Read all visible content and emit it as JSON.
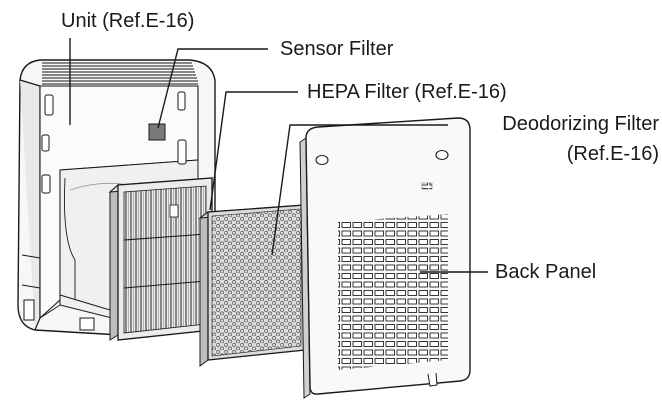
{
  "labels": {
    "unit": "Unit (Ref.E-16)",
    "sensor_filter": "Sensor Filter",
    "hepa_filter": "HEPA Filter  (Ref.E-16)",
    "deodorizing_filter_line1": "Deodorizing Filter",
    "deodorizing_filter_line2": "(Ref.E-16)",
    "back_panel": "Back Panel"
  },
  "colors": {
    "line": "#1a1a1a",
    "unit_fill": "#f7f7f7",
    "hepa_fill": "#ececec",
    "deo_fill": "#dcdcdc",
    "panel_fill": "#f9f9f9"
  }
}
